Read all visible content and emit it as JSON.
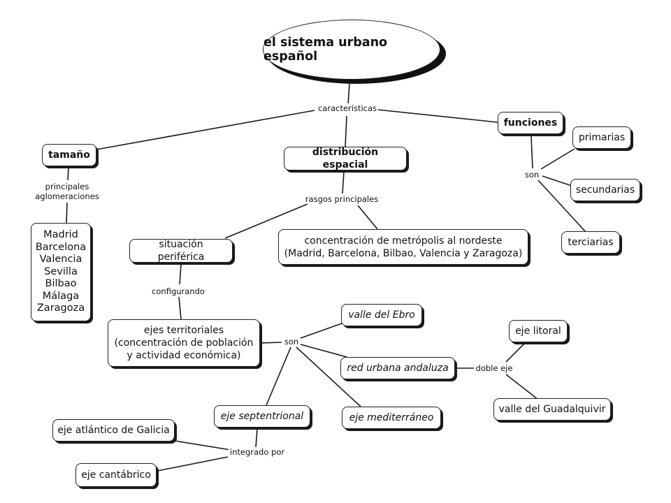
{
  "title": "el sistema urbano español",
  "nodes": {
    "tamano": "tamaño",
    "distribucion": "distribución espacial",
    "funciones": "funciones",
    "primarias": "primarias",
    "secundarias": "secundarias",
    "terciarias": "terciarias",
    "cities": [
      "Madrid",
      "Barcelona",
      "Valencia",
      "Sevilla",
      "Bilbao",
      "Málaga",
      "Zaragoza"
    ],
    "situacion": "situación periférica",
    "concentracion": "concentración de metrópolis al nordeste\n(Madrid, Barcelona, Bilbao, Valencia y Zaragoza)",
    "ejes_territoriales": "ejes territoriales\n(concentración de población\ny actividad económica)",
    "valle_ebro": "valle del Ebro",
    "red_andaluza": "red urbana andaluza",
    "eje_mediterraneo": "eje mediterráneo",
    "eje_septentrional": "eje septentrional",
    "eje_litoral": "eje litoral",
    "valle_guadalquivir": "valle del Guadalquivir",
    "eje_galicia": "eje atlántico de Galicia",
    "eje_cantabrico": "eje cantábrico"
  },
  "links": {
    "caracteristicas": "características",
    "principales": "principales\naglomeraciones",
    "rasgos": "rasgos principales",
    "son_funciones": "son",
    "configurando": "configurando",
    "son_ejes": "son",
    "doble_eje": "doble eje",
    "integrado": "integrado por"
  }
}
